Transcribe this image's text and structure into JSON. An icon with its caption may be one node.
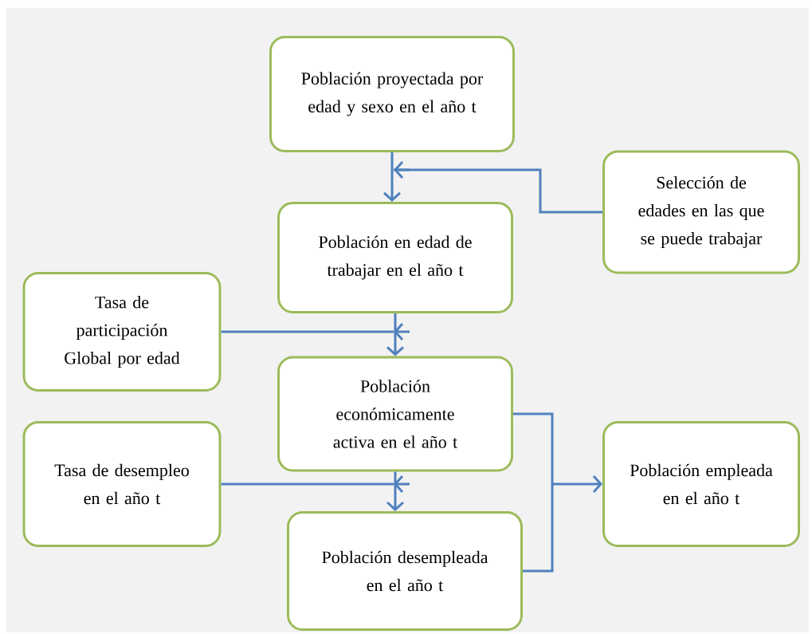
{
  "diagram": {
    "nodes": [
      {
        "text": [
          "Población proyectada por edad y sexo en el año t"
        ]
      },
      {
        "text": [
          "Selección de edades en las que se puede trabajar"
        ]
      },
      {
        "text": [
          "Población en edad de trabajar en el año t"
        ]
      },
      {
        "text": [
          "Tasa de participación Global por edad"
        ]
      },
      {
        "text": [
          "Población económicamente activa en el año t"
        ]
      },
      {
        "text": [
          "Tasa de desempleo en el año t"
        ]
      },
      {
        "text": [
          "Población empleada en el año t"
        ]
      },
      {
        "text": [
          "Población desempleada en el año t"
        ]
      }
    ],
    "edges": [
      {
        "from": 0,
        "to": 2,
        "arrow": "to"
      },
      {
        "from": 1,
        "to": 2,
        "arrow": "to"
      },
      {
        "from": 2,
        "to": 4,
        "arrow": "to"
      },
      {
        "from": 3,
        "to": 4,
        "arrow": "to"
      },
      {
        "from": 4,
        "to": 7,
        "arrow": "to"
      },
      {
        "from": 5,
        "to": 7,
        "arrow": "to"
      },
      {
        "from": 4,
        "to": 6,
        "arrow": "to"
      },
      {
        "from": 7,
        "to": 6,
        "arrow": "to"
      }
    ]
  }
}
